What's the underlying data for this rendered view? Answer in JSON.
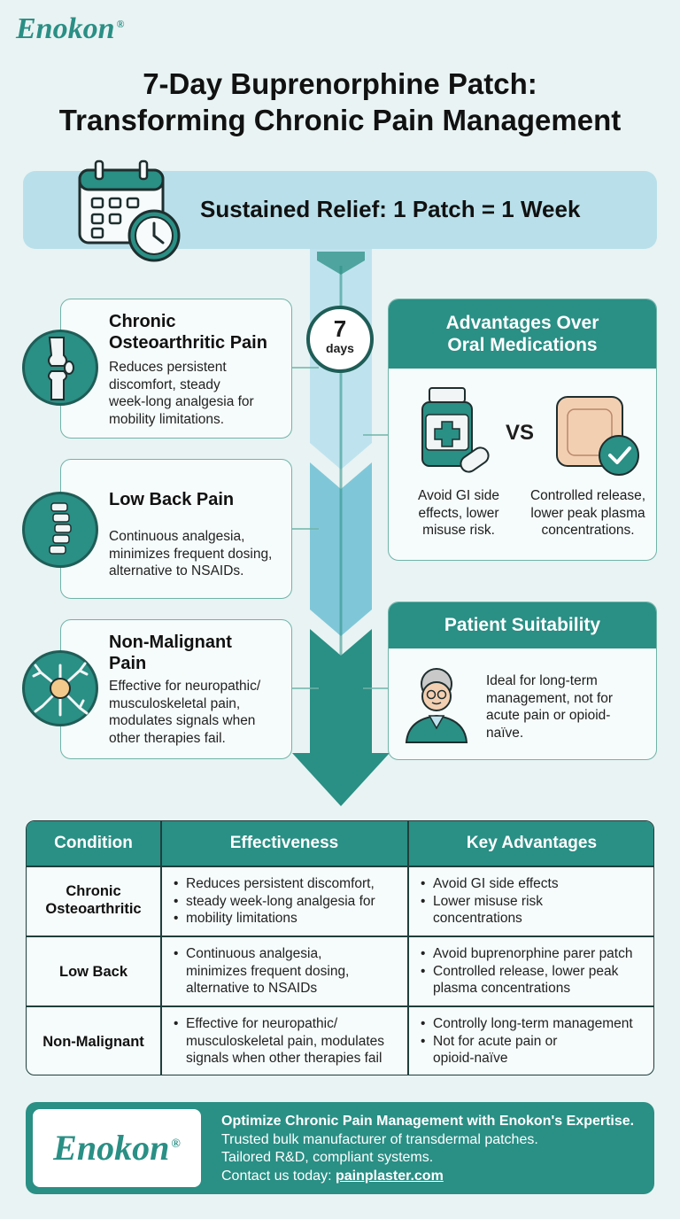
{
  "brand": {
    "name": "Enokon",
    "mark": "®"
  },
  "title": {
    "line1": "7-Day Buprenorphine Patch:",
    "line2": "Transforming Chronic Pain Management"
  },
  "banner": {
    "text": "Sustained Relief: 1 Patch = 1 Week"
  },
  "timeline": {
    "number": "7",
    "unit": "days"
  },
  "conditions": [
    {
      "title": "Chronic Osteoarthritic Pain",
      "title_lines": [
        "Chronic",
        "Osteoarthritic Pain"
      ],
      "body": [
        "Reduces persistent",
        "discomfort, steady",
        "week-long analgesia for",
        "mobility limitations."
      ],
      "icon": "knee-joint-icon"
    },
    {
      "title": "Low Back Pain",
      "title_lines": [
        "Low Back Pain"
      ],
      "body": [
        "Continuous analgesia,",
        "minimizes frequent dosing,",
        "alternative to NSAIDs."
      ],
      "icon": "spine-icon"
    },
    {
      "title": "Non-Malignant Pain",
      "title_lines": [
        "Non-Malignant",
        "Pain"
      ],
      "body": [
        "Effective for neuropathic/",
        "musculoskeletal pain,",
        "modulates signals when",
        "other therapies fail."
      ],
      "icon": "neuron-icon"
    }
  ],
  "advantages": {
    "heading_lines": [
      "Advantages Over",
      "Oral Medications"
    ],
    "vs": "VS",
    "oral_caption": [
      "Avoid GI side",
      "effects, lower",
      "misuse risk."
    ],
    "patch_caption": [
      "Controlled release,",
      "lower peak plasma",
      "concentrations."
    ]
  },
  "suitability": {
    "heading": "Patient Suitability",
    "body": [
      "Ideal for long-term",
      "management, not for",
      "acute pain or opioid-",
      "naïve."
    ]
  },
  "table": {
    "headers": [
      "Condition",
      "Effectiveness",
      "Key Advantages"
    ],
    "rows": [
      {
        "condition": [
          "Chronic",
          "Osteoarthritic"
        ],
        "effectiveness": [
          "Reduces persistent discomfort,",
          "steady week-long analgesia for",
          "mobility limitations"
        ],
        "effectiveness_bullets": [
          3
        ],
        "advantages": [
          "Avoid GI side effects",
          "Lower misuse risk",
          "concentrations"
        ]
      },
      {
        "condition": [
          "Low Back"
        ],
        "effectiveness": [
          "Continuous analgesia,",
          "minimizes frequent dosing,",
          "alternative to NSAIDs"
        ],
        "advantages": [
          "Avoid buprenorphine parer patch",
          "Controlled release, lower peak",
          "plasma concentrations"
        ]
      },
      {
        "condition": [
          "Non-Malignant"
        ],
        "effectiveness": [
          "Effective for neuropathic/",
          "musculoskeletal pain, modulates",
          "signals when other therapies fail"
        ],
        "advantages": [
          "Controlly long-term management",
          "Not for acute pain or",
          "opioid-naïve"
        ]
      }
    ]
  },
  "footer": {
    "logo": "Enokon",
    "mark": "®",
    "headline": "Optimize Chronic Pain Management with Enokon's Expertise.",
    "line2": "Trusted bulk manufacturer of transdermal patches.",
    "line3": "Tailored R&D, compliant systems.",
    "contact_prefix": "Contact us today: ",
    "contact_link": "painplaster.com"
  },
  "colors": {
    "teal": "#2a8f85",
    "dark_teal": "#1f5d57",
    "light_blue": "#b9e0ea",
    "background": "#e9f3f3"
  }
}
